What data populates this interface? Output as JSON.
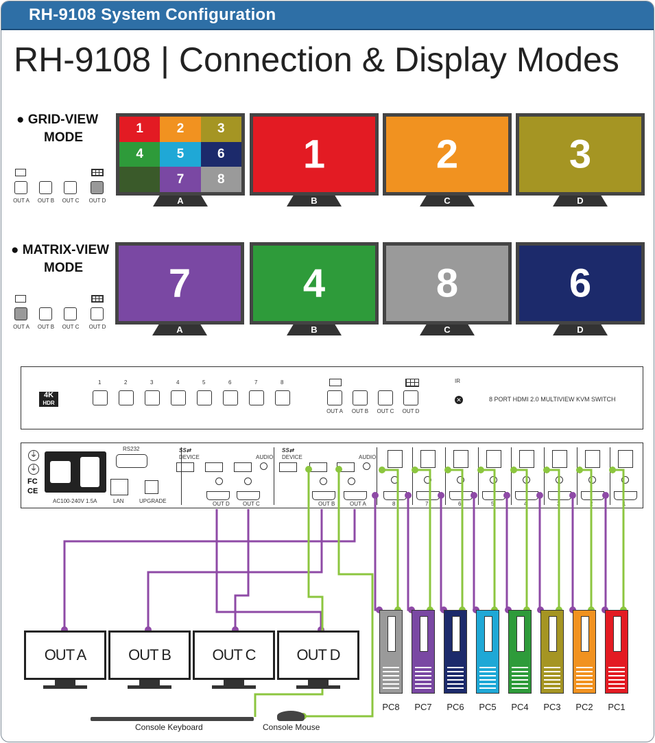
{
  "header": {
    "title": "RH-9108 System Configuration"
  },
  "main_title": "RH-9108 | Connection & Display Modes",
  "grid_mode": {
    "label_line1": "GRID-VIEW",
    "label_line2": "MODE"
  },
  "matrix_mode": {
    "label_line1": "MATRIX-VIEW",
    "label_line2": "MODE"
  },
  "out_buttons": [
    "OUT A",
    "OUT B",
    "OUT C",
    "OUT D"
  ],
  "grid_cells": [
    {
      "label": "1",
      "color": "#e31b23"
    },
    {
      "label": "2",
      "color": "#f19220"
    },
    {
      "label": "3",
      "color": "#a59523"
    },
    {
      "label": "4",
      "color": "#2e9b3a"
    },
    {
      "label": "5",
      "color": "#1fa8d6"
    },
    {
      "label": "6",
      "color": "#1c2a6b"
    },
    {
      "label": "",
      "color": "#3a5a2a"
    },
    {
      "label": "7",
      "color": "#7a48a3"
    },
    {
      "label": "8",
      "color": "#9a9a9a"
    }
  ],
  "grid_row_monitors": [
    {
      "stand": "B",
      "number": "1",
      "color": "#e31b23"
    },
    {
      "stand": "C",
      "number": "2",
      "color": "#f19220"
    },
    {
      "stand": "D",
      "number": "3",
      "color": "#a59523"
    }
  ],
  "grid_first_stand": "A",
  "matrix_row_monitors": [
    {
      "stand": "A",
      "number": "7",
      "color": "#7a48a3"
    },
    {
      "stand": "B",
      "number": "4",
      "color": "#2e9b3a"
    },
    {
      "stand": "C",
      "number": "8",
      "color": "#9a9a9a"
    },
    {
      "stand": "D",
      "number": "6",
      "color": "#1c2a6b"
    }
  ],
  "front_panel": {
    "logo": "4K",
    "logo_sub": "HDR",
    "port_numbers": [
      "1",
      "2",
      "3",
      "4",
      "5",
      "6",
      "7",
      "8"
    ],
    "out_labels": [
      "OUT A",
      "OUT B",
      "OUT C",
      "OUT D"
    ],
    "ir_label": "IR",
    "product_name": "8 PORT HDMI 2.0 MULTIVIEW KVM SWITCH"
  },
  "rear_panel": {
    "power_label": "AC100-240V 1.5A",
    "rs232": "RS232",
    "lan": "LAN",
    "upgrade": "UPGRADE",
    "device": "DEVICE",
    "audio": "AUDIO",
    "fc": "FC",
    "ce": "CE",
    "outs": [
      "OUT D",
      "OUT C",
      "OUT B",
      "OUT A"
    ],
    "pc_ports": [
      "8",
      "7",
      "6",
      "5",
      "4",
      "3",
      "2",
      "1"
    ]
  },
  "output_monitors": [
    "OUT A",
    "OUT B",
    "OUT C",
    "OUT D"
  ],
  "pcs": [
    {
      "label": "PC8",
      "color": "#9a9a9a"
    },
    {
      "label": "PC7",
      "color": "#7a48a3"
    },
    {
      "label": "PC6",
      "color": "#1c2a6b"
    },
    {
      "label": "PC5",
      "color": "#1fa8d6"
    },
    {
      "label": "PC4",
      "color": "#2e9b3a"
    },
    {
      "label": "PC3",
      "color": "#a59523"
    },
    {
      "label": "PC2",
      "color": "#f19220"
    },
    {
      "label": "PC1",
      "color": "#e31b23"
    }
  ],
  "console": {
    "keyboard": "Console Keyboard",
    "mouse": "Console Mouse"
  },
  "colors": {
    "hdmi_cable": "#8e4aa6",
    "usb_cable": "#8cc63f",
    "header_bg": "#2e6fa6"
  }
}
